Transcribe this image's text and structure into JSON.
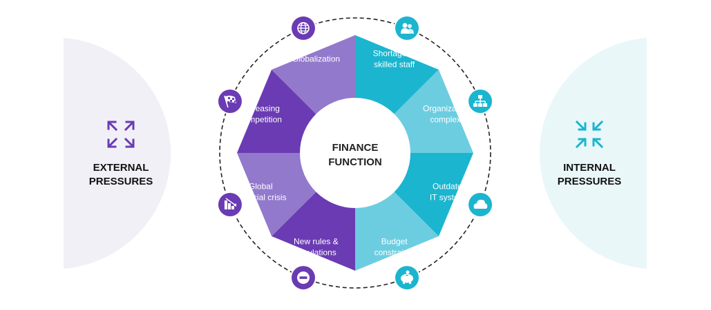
{
  "center": {
    "line1": "FINANCE",
    "line2": "FUNCTION"
  },
  "external": {
    "line1": "EXTERNAL",
    "line2": "PRESSURES",
    "icon": "expand-arrows-icon"
  },
  "internal": {
    "line1": "INTERNAL",
    "line2": "PRESSURES",
    "icon": "compress-arrows-icon"
  },
  "colors": {
    "purple_dark": "#6a3bb3",
    "purple_light": "#9279cc",
    "teal_dark": "#1bb5cf",
    "teal_light": "#6ccde0",
    "external_bg": "#f1f0f7",
    "internal_bg": "#eaf7f9"
  },
  "segments": [
    {
      "id": "shortage",
      "line1": "Shortage of",
      "line2": "skilled staff",
      "tone": "teal_dark",
      "icon": "people-icon"
    },
    {
      "id": "organizational",
      "line1": "Organizational",
      "line2": "complexity",
      "tone": "teal_light",
      "icon": "org-chart-icon"
    },
    {
      "id": "outdated",
      "line1": "Outdated",
      "line2": "IT systems",
      "tone": "teal_dark",
      "icon": "cloud-icon"
    },
    {
      "id": "budget",
      "line1": "Budget",
      "line2": "constraints",
      "tone": "teal_light",
      "icon": "piggy-bank-icon"
    },
    {
      "id": "rules",
      "line1": "New rules &",
      "line2": "regulations",
      "tone": "purple_dark",
      "icon": "no-entry-icon"
    },
    {
      "id": "crisis",
      "line1": "Global",
      "line2": "financial crisis",
      "tone": "purple_light",
      "icon": "declining-chart-icon"
    },
    {
      "id": "competition",
      "line1": "Increasing",
      "line2": "competition",
      "tone": "purple_dark",
      "icon": "checkered-flag-icon"
    },
    {
      "id": "globalization",
      "line1": "Globalization",
      "line2": "",
      "tone": "purple_light",
      "icon": "globe-icon"
    }
  ]
}
